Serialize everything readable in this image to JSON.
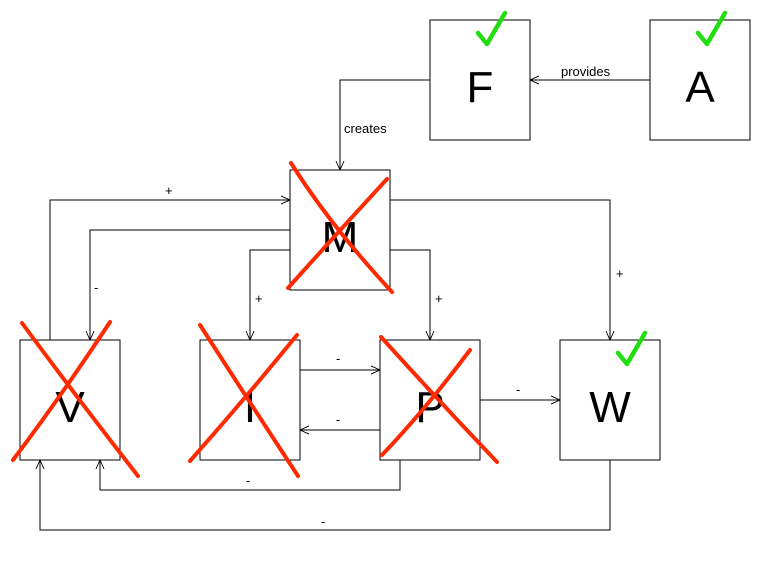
{
  "colors": {
    "line": "#000000",
    "box_fill": "#ffffff",
    "cross_mark": "#ff2a00",
    "check_mark": "#22dd11"
  },
  "nodes": {
    "F": {
      "label": "F",
      "status": "check"
    },
    "A": {
      "label": "A",
      "status": "check"
    },
    "M": {
      "label": "M",
      "status": "cross"
    },
    "V": {
      "label": "V",
      "status": "cross"
    },
    "I": {
      "label": "I",
      "status": "cross"
    },
    "P": {
      "label": "P",
      "status": "cross"
    },
    "W": {
      "label": "W",
      "status": "check"
    }
  },
  "edges": {
    "a_to_f": {
      "label": "provides"
    },
    "f_to_m": {
      "label": "creates"
    },
    "v_to_m": {
      "label": "+"
    },
    "m_to_v": {
      "label": "-"
    },
    "m_to_i": {
      "label": "+"
    },
    "m_to_p": {
      "label": "+"
    },
    "m_to_w": {
      "label": "+"
    },
    "i_to_p": {
      "label": "-"
    },
    "p_to_i": {
      "label": "-"
    },
    "p_to_w": {
      "label": "-"
    },
    "p_to_v": {
      "label": "-"
    },
    "w_to_v": {
      "label": "-"
    }
  }
}
